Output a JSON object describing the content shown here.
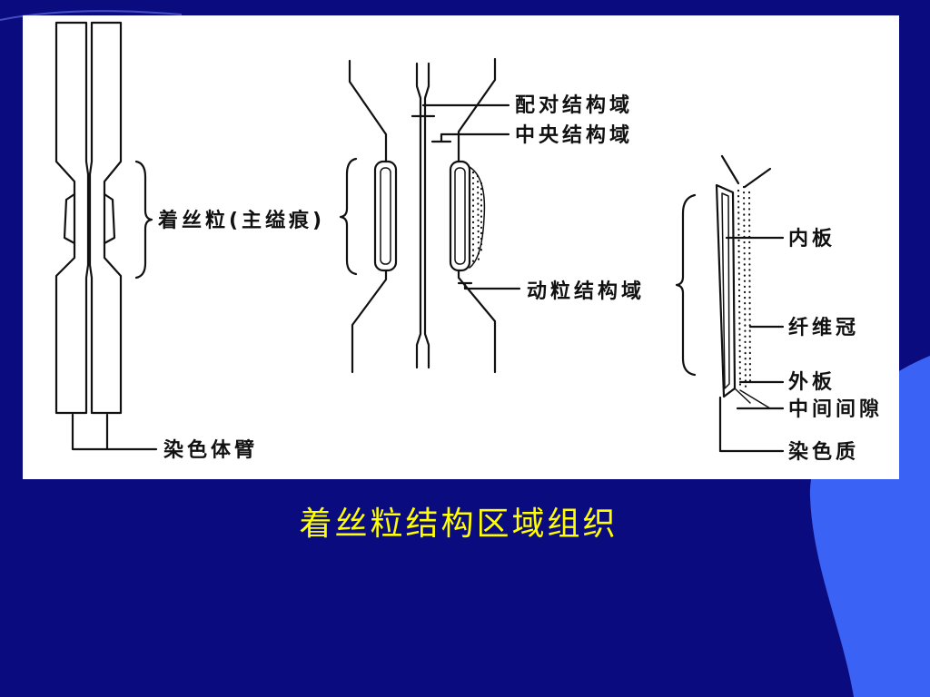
{
  "slide": {
    "caption": "着丝粒结构区域组织",
    "colors": {
      "background": "#0b0b80",
      "accent": "#3a63f5",
      "caption": "#ffff00",
      "panel": "#ffffff",
      "ink": "#111111"
    }
  },
  "diagram": {
    "labels": {
      "centromere": "着丝粒(主缢痕)",
      "chromosome_arm": "染色体臂",
      "pairing_domain": "配对结构域",
      "central_domain": "中央结构域",
      "kinetochore_domain": "动粒结构域",
      "inner_plate": "内板",
      "fibrous_corona": "纤维冠",
      "outer_plate": "外板",
      "inter_zone": "中间间隙",
      "chromatin": "染色质"
    }
  }
}
